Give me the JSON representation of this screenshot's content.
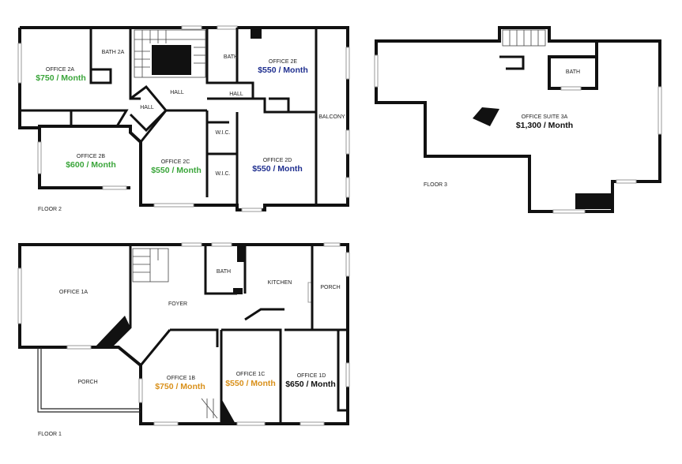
{
  "colors": {
    "green": "#3aa53a",
    "blue": "#1f2f8f",
    "orange": "#d9901a",
    "black": "#111111"
  },
  "floors": {
    "floor1": "FLOOR 1",
    "floor2": "FLOOR 2",
    "floor3": "FLOOR 3"
  },
  "rooms": {
    "office_2a": {
      "name": "OFFICE 2A",
      "price": "$750 / Month"
    },
    "office_2b": {
      "name": "OFFICE 2B",
      "price": "$600 / Month"
    },
    "office_2c": {
      "name": "OFFICE 2C",
      "price": "$550 / Month"
    },
    "office_2d": {
      "name": "OFFICE 2D",
      "price": "$550 / Month"
    },
    "office_2e": {
      "name": "OFFICE 2E",
      "price": "$550 / Month"
    },
    "office_3a": {
      "name": "OFFICE SUITE 3A",
      "price": "$1,300 / Month"
    },
    "office_1a": {
      "name": "OFFICE 1A"
    },
    "office_1b": {
      "name": "OFFICE 1B",
      "price": "$750 / Month"
    },
    "office_1c": {
      "name": "OFFICE 1C",
      "price": "$550 / Month"
    },
    "office_1d": {
      "name": "OFFICE 1D",
      "price": "$650 / Month"
    }
  },
  "labels": {
    "bath_2a": "BATH 2A",
    "bath": "BATH",
    "hall": "HALL",
    "balcony": "BALCONY",
    "wic": "W.I.C.",
    "foyer": "FOYER",
    "kitchen": "KITCHEN",
    "porch": "PORCH"
  }
}
